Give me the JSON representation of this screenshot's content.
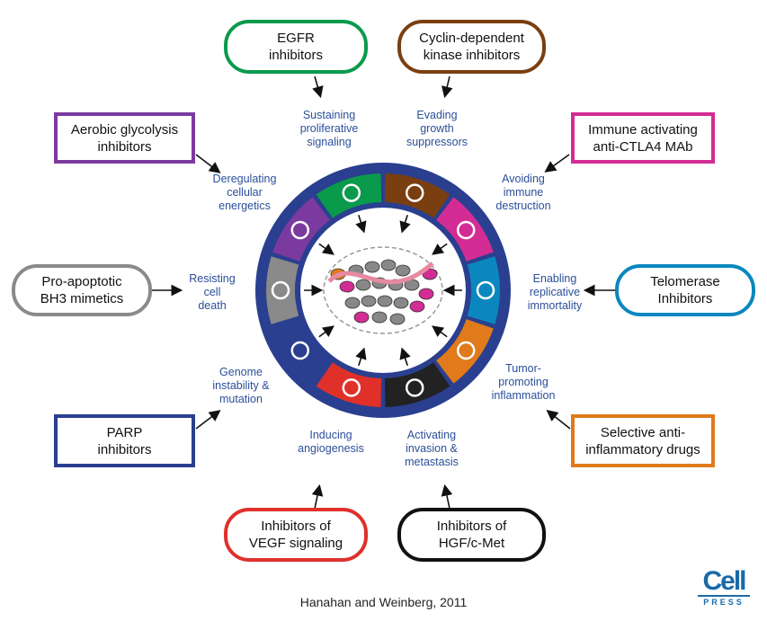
{
  "center_colors": {
    "ring": "#2a3f8f",
    "seg_proliferative": "#0a9a4c",
    "seg_growth": "#7a3f10",
    "seg_immune": "#d32c94",
    "seg_replicative": "#0a87be",
    "seg_inflammation": "#e07a1a",
    "seg_invasion": "#222222",
    "seg_angiogenesis": "#e0302a",
    "seg_genome": "#2a3f8f",
    "seg_death": "#8a8a8a",
    "seg_energetics": "#7b3aa0"
  },
  "drugs": {
    "egfr": {
      "l1": "EGFR",
      "l2": "inhibitors",
      "color": "#0a9a4c"
    },
    "cdk": {
      "l1": "Cyclin-dependent",
      "l2": "kinase inhibitors",
      "color": "#7a3f10"
    },
    "glycolysis": {
      "l1": "Aerobic glycolysis",
      "l2": "inhibitors",
      "color": "#7b3aa0"
    },
    "immune": {
      "l1": "Immune activating",
      "l2": "anti-CTLA4 MAb",
      "color": "#d32c94"
    },
    "bh3": {
      "l1": "Pro-apoptotic",
      "l2": "BH3 mimetics",
      "color": "#8a8a8a"
    },
    "telomerase": {
      "l1": "Telomerase",
      "l2": "Inhibitors",
      "color": "#0a87be"
    },
    "parp": {
      "l1": "PARP",
      "l2": "inhibitors",
      "color": "#2a3f8f"
    },
    "antiinflam": {
      "l1": "Selective anti-",
      "l2": "inflammatory drugs",
      "color": "#e07a1a"
    },
    "vegf": {
      "l1": "Inhibitors of",
      "l2": "VEGF signaling",
      "color": "#e0302a"
    },
    "hgf": {
      "l1": "Inhibitors of",
      "l2": "HGF/c-Met",
      "color": "#111111"
    }
  },
  "hallmarks": {
    "proliferative": [
      "Sustaining",
      "proliferative",
      "signaling"
    ],
    "growth": [
      "Evading",
      "growth",
      "suppressors"
    ],
    "energetics": [
      "Deregulating",
      "cellular",
      "energetics"
    ],
    "immune": [
      "Avoiding",
      "immune",
      "destruction"
    ],
    "death": [
      "Resisting",
      "cell",
      "death"
    ],
    "replicative": [
      "Enabling",
      "replicative",
      "immortality"
    ],
    "genome": [
      "Genome",
      "instability &",
      "mutation"
    ],
    "inflammation": [
      "Tumor-",
      "promoting",
      "inflammation"
    ],
    "angiogenesis": [
      "Inducing",
      "angiogenesis"
    ],
    "invasion": [
      "Activating",
      "invasion &",
      "metastasis"
    ]
  },
  "citation": "Hanahan and Weinberg, 2011",
  "logo": {
    "line1": "Cell",
    "line2": "PRESS"
  }
}
